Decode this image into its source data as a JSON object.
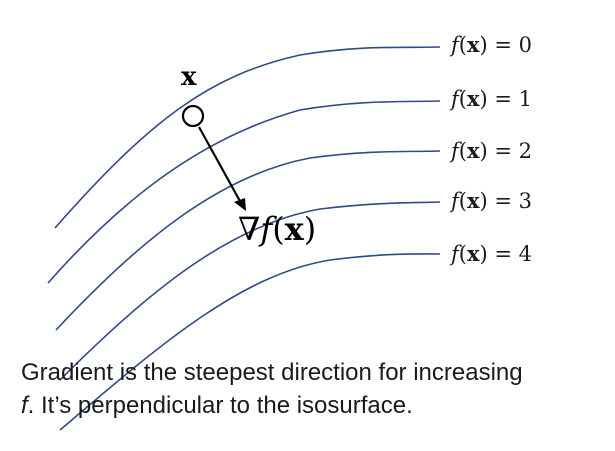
{
  "colors": {
    "curve": "#2f4a86",
    "arrow": "#000000",
    "point_fill": "#ffffff",
    "point_stroke": "#000000",
    "text": "#1a1a1a"
  },
  "levels": [
    {
      "func": "f",
      "var": "x",
      "op": "=",
      "value": "0"
    },
    {
      "func": "f",
      "var": "x",
      "op": "=",
      "value": "1"
    },
    {
      "func": "f",
      "var": "x",
      "op": "=",
      "value": "2"
    },
    {
      "func": "f",
      "var": "x",
      "op": "=",
      "value": "3"
    },
    {
      "func": "f",
      "var": "x",
      "op": "=",
      "value": "4"
    }
  ],
  "point": {
    "label": "x"
  },
  "gradient": {
    "nabla": "∇",
    "func": "f",
    "open": "(",
    "var": "x",
    "close": ")"
  },
  "caption": {
    "line1": "Gradient is the steepest direction for increasing",
    "line2_func": "f",
    "line2_rest": ". It’s perpendicular to the isosurface."
  }
}
